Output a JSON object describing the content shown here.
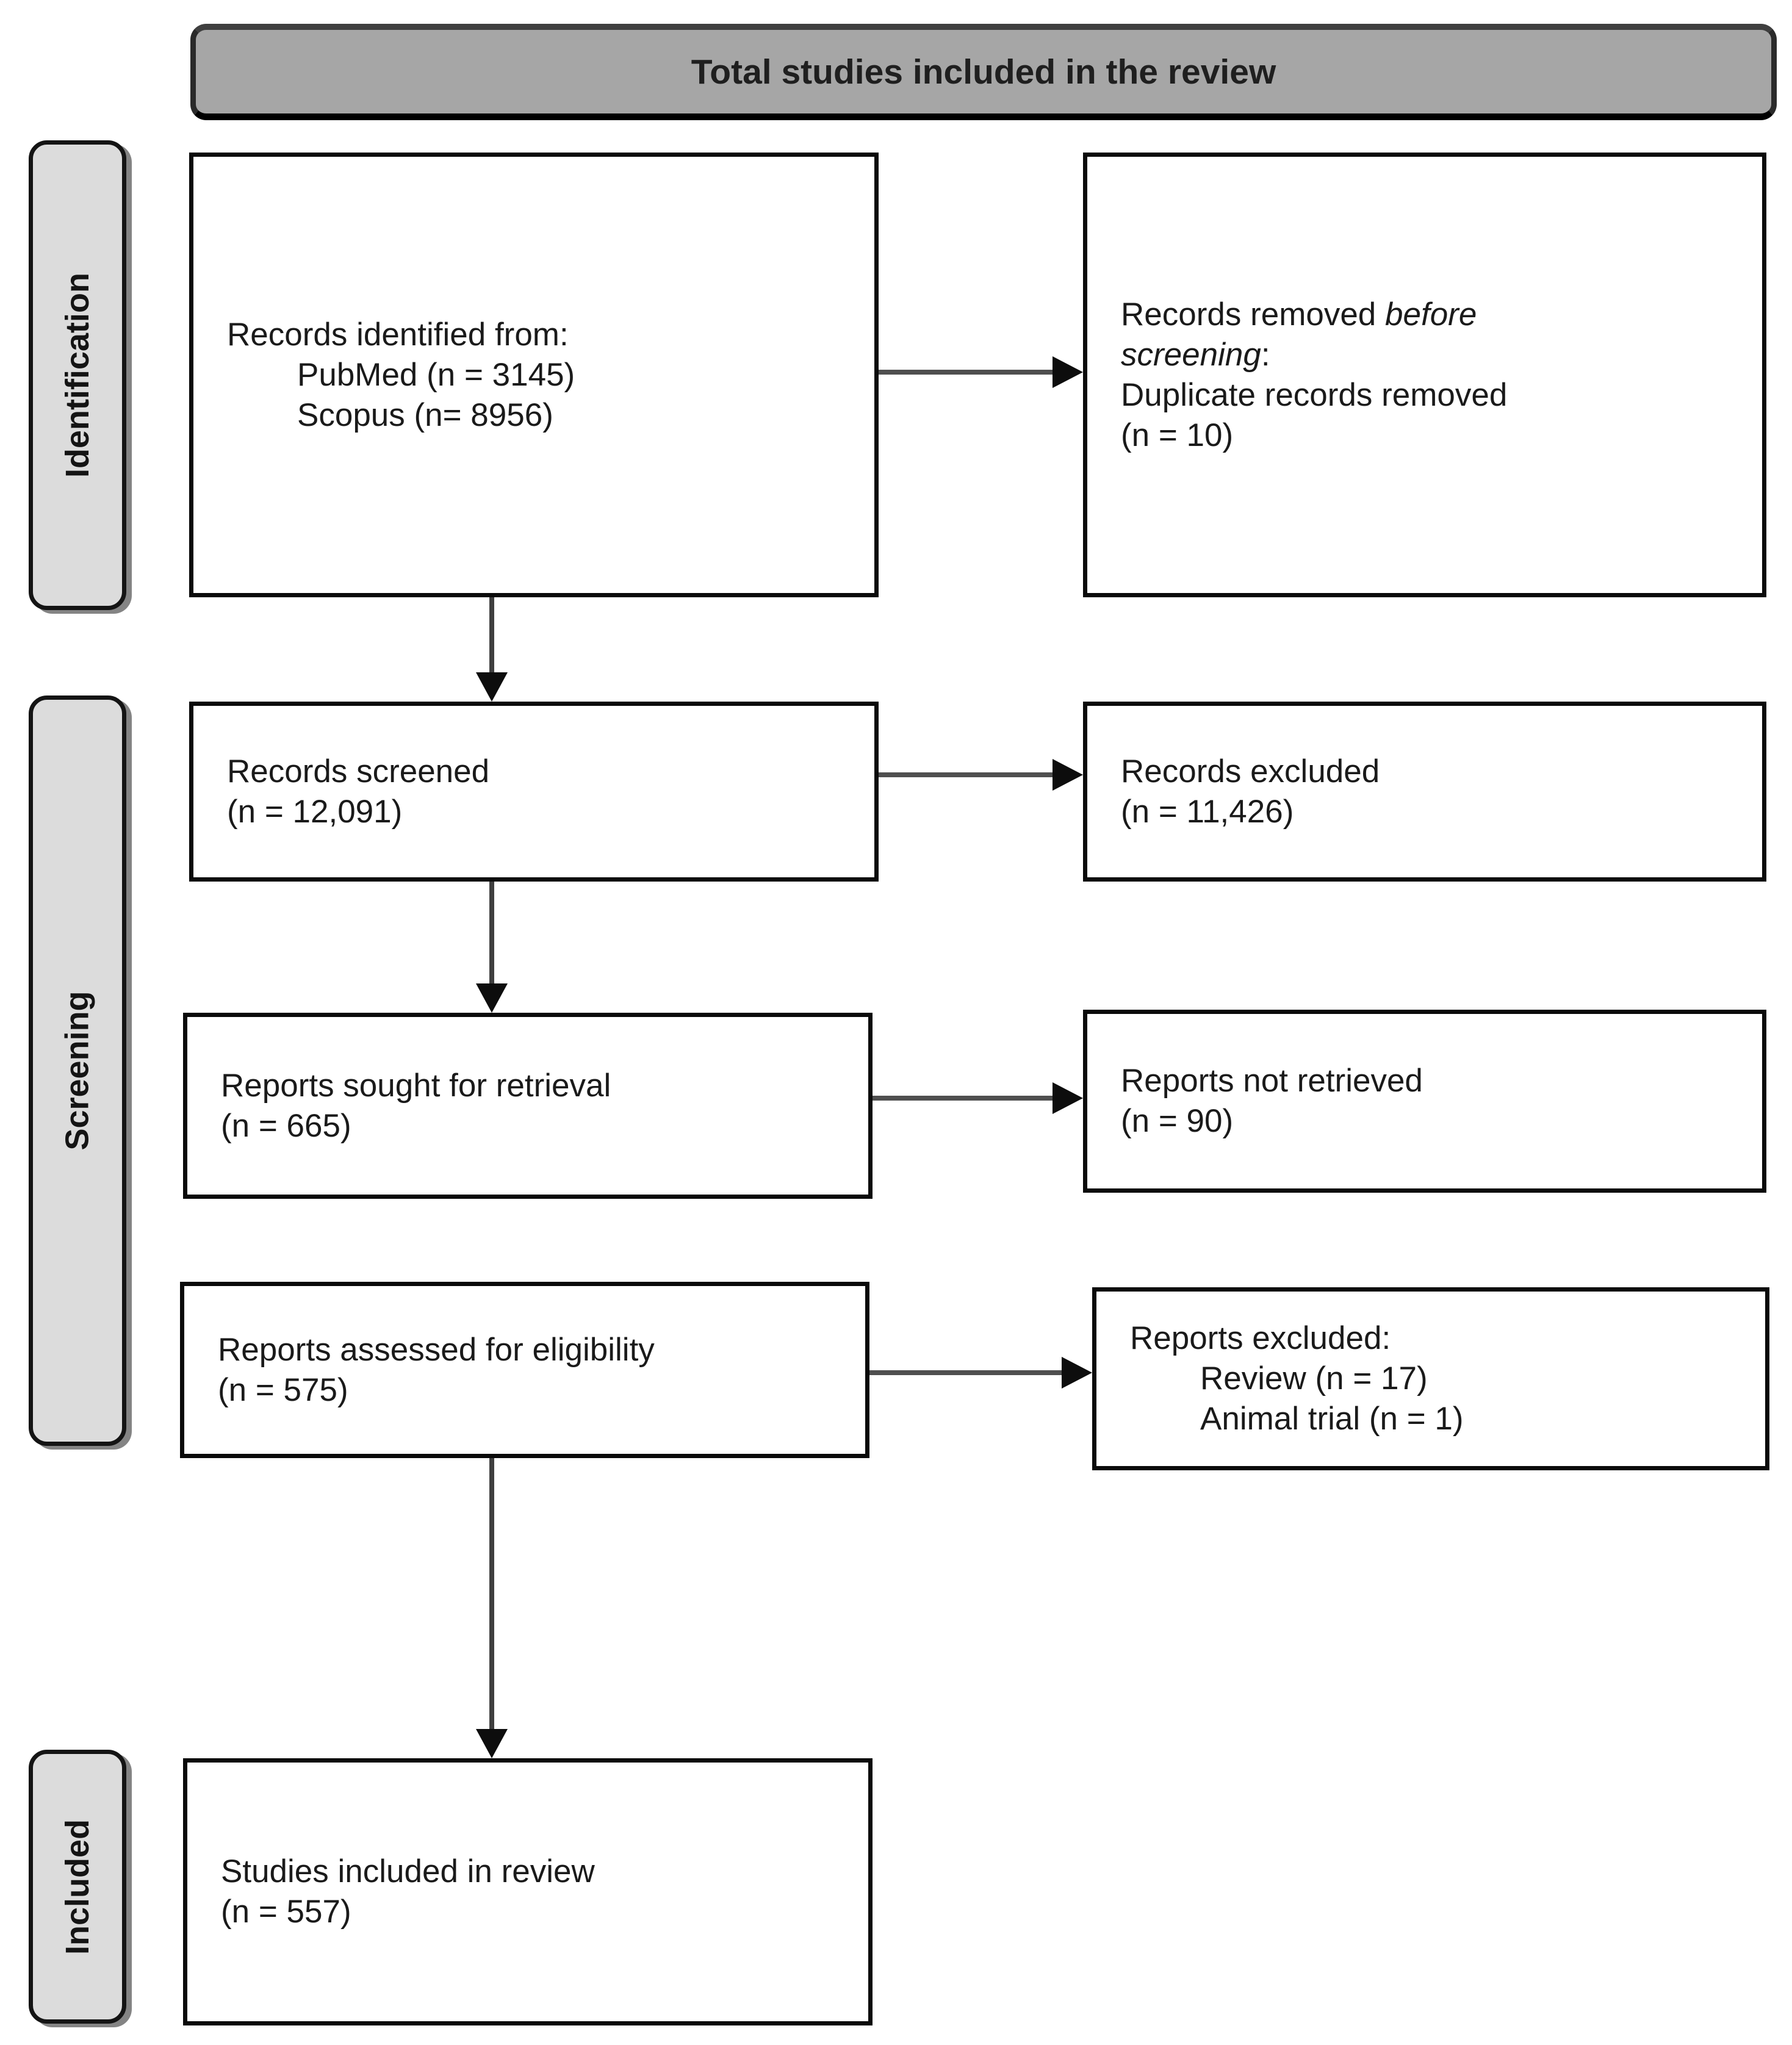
{
  "title_banner": {
    "label": "Total studies included in the review"
  },
  "stage_labels": {
    "identification": "Identification",
    "screening": "Screening",
    "included": "Included"
  },
  "boxes": {
    "records_identified": {
      "lines": [
        "Records identified from:",
        "PubMed (n = 3145)",
        "Scopus (n= 8956)"
      ]
    },
    "records_removed": {
      "line1_normal": "Records removed ",
      "line1_italic": "before",
      "line2_italic": "screening",
      "line2_colon": ":",
      "line3": "Duplicate records removed",
      "line4": "(n = 10)"
    },
    "records_screened": {
      "lines": [
        "Records screened",
        "(n = 12,091)"
      ]
    },
    "records_excluded": {
      "lines": [
        "Records excluded",
        "(n = 11,426)"
      ]
    },
    "reports_sought": {
      "lines": [
        "Reports sought for retrieval",
        "(n = 665)"
      ]
    },
    "reports_not_retrieved": {
      "lines": [
        "Reports not retrieved",
        "(n = 90)"
      ]
    },
    "reports_assessed": {
      "lines": [
        "Reports assessed for eligibility",
        "(n = 575)"
      ]
    },
    "reports_excluded": {
      "lines": [
        "Reports excluded:",
        "Review (n = 17)",
        "Animal trial (n = 1)"
      ]
    },
    "studies_included": {
      "lines": [
        "Studies included in review",
        "(n = 557)"
      ]
    }
  },
  "colors": {
    "banner_fill": "#a6a6a6",
    "stage_fill": "#dcdcdc",
    "box_fill": "#ffffff",
    "border": "#000000",
    "arrow_shaft": "#3f3f3f",
    "arrow_head": "#0d0d0d"
  }
}
